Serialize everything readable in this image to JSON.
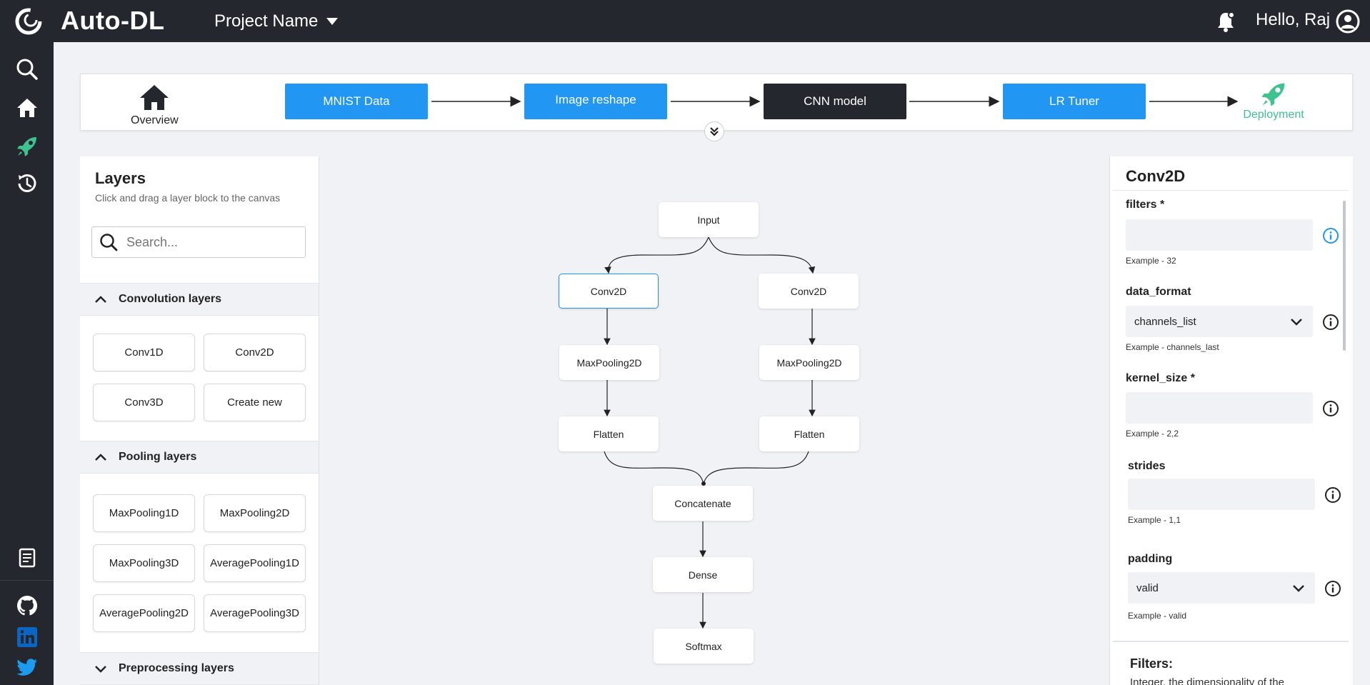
{
  "app": {
    "title": "Auto-DL",
    "project_name": "Project Name",
    "greeting": "Hello, Raj"
  },
  "sidebar": {
    "icons": [
      "search-icon",
      "home-icon",
      "rocket-icon",
      "history-icon",
      "document-icon",
      "github-icon",
      "linkedin-icon",
      "twitter-icon"
    ],
    "active_color": "#3ec28f"
  },
  "pipeline": {
    "overview_label": "Overview",
    "steps": [
      "MNIST Data",
      "Image reshape",
      "CNN model",
      "LR Tuner"
    ],
    "active_step": "CNN model",
    "deployment_label": "Deployment"
  },
  "layers": {
    "title": "Layers",
    "subtitle": "Click and drag a layer block to the canvas",
    "search_placeholder": "Search...",
    "sections": [
      {
        "name": "Convolution layers",
        "items": [
          "Conv1D",
          "Conv2D",
          "Conv3D",
          "Create new"
        ]
      },
      {
        "name": "Pooling layers",
        "items": [
          "MaxPooling1D",
          "MaxPooling2D",
          "MaxPooling3D",
          "AveragePooling1D",
          "AveragePooling2D",
          "AveragePooling3D"
        ]
      },
      {
        "name": "Preprocessing layers",
        "items": []
      }
    ]
  },
  "graph": {
    "nodes": [
      "Input",
      "Conv2D",
      "Conv2D",
      "MaxPooling2D",
      "MaxPooling2D",
      "Flatten",
      "Flatten",
      "Concatenate",
      "Dense",
      "Softmax"
    ],
    "selected_node": "Conv2D"
  },
  "properties": {
    "title": "Conv2D",
    "fields": [
      {
        "label": "filters *",
        "value": "",
        "example": "Example - 32"
      },
      {
        "label": "data_format",
        "value": "channels_list",
        "example": "Example - channels_last"
      },
      {
        "label": "kernel_size *",
        "value": "",
        "example": "Example - 2,2"
      },
      {
        "label": "strides",
        "value": "",
        "example": "Example - 1,1"
      },
      {
        "label": "padding",
        "value": "valid",
        "example": "Example - valid"
      }
    ],
    "help_title": "Filters:",
    "help_text": "Integer, the dimensionality of the"
  },
  "colors": {
    "topbar": "#24282e",
    "primary": "#2196f3",
    "dark_step": "#24282e",
    "deploy": "#3ec28f",
    "canvas": "#f0f2f5"
  }
}
